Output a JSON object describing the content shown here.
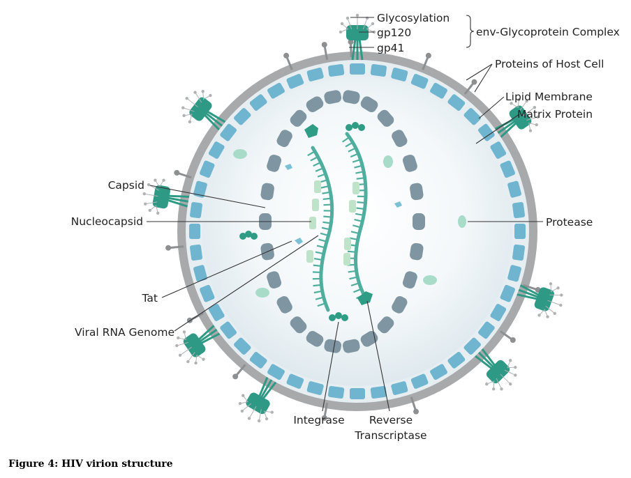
{
  "labels": {
    "glycosylation": "Glycosylation",
    "gp120": "gp120",
    "gp41": "gp41",
    "env_complex": "env-Glycoprotein Complex",
    "host_proteins": "Proteins of Host Cell",
    "lipid_membrane": "Lipid Membrane",
    "matrix_protein": "Matrix Protein",
    "capsid": "Capsid",
    "nucleocapsid": "Nucleocapsid",
    "protease": "Protease",
    "tat": "Tat",
    "viral_rna": "Viral RNA Genome",
    "integrase": "Integrase",
    "reverse_line1": "Reverse",
    "reverse_line2": "Transcriptase"
  },
  "caption": "Figure 4: HIV virion structure",
  "colors": {
    "membrane": "#a8a9ab",
    "matrix": "#6fb5d0",
    "capsid": "#7f96a2",
    "rna": "#4fae9e",
    "nucleocapsid": "#bfe3c8",
    "enzyme_light": "#a9dcc8",
    "enzyme_dark": "#2f9c86",
    "glycoprotein": "#2e9a85",
    "tat": "#7bc1d6"
  }
}
